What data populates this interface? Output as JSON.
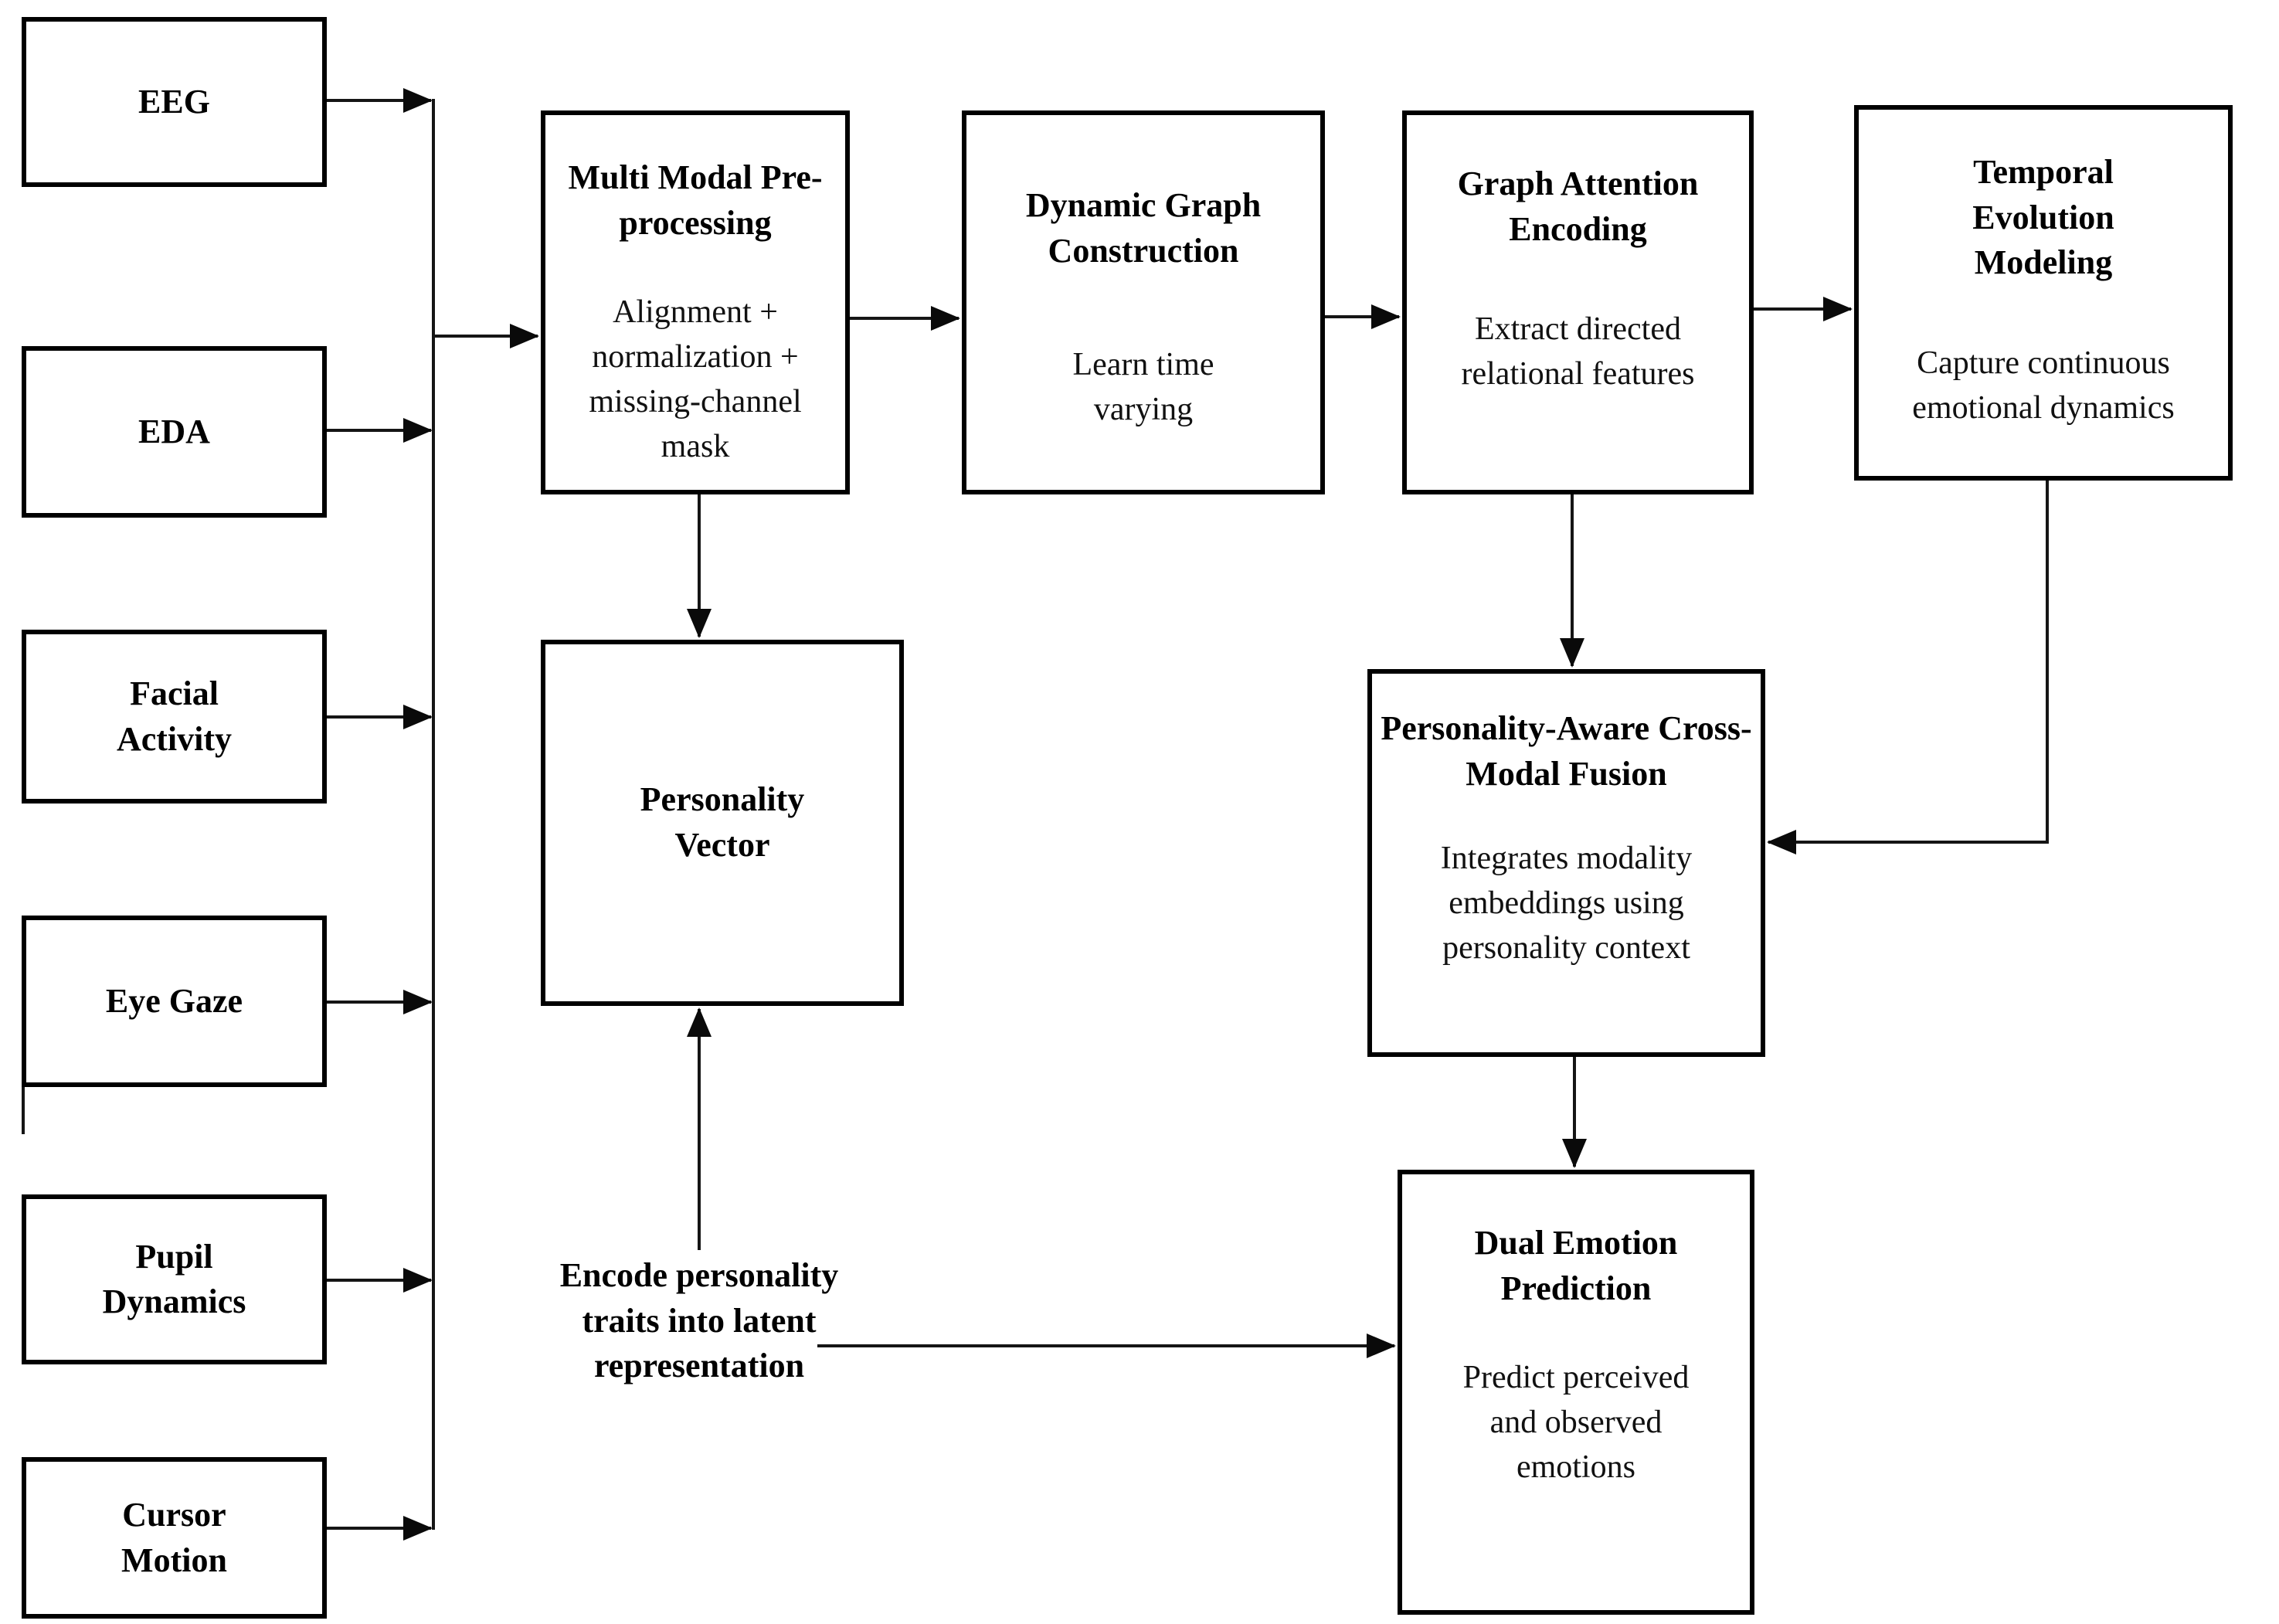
{
  "diagram": {
    "colors": {
      "line": "#000000",
      "background": "#ffffff"
    },
    "input_boxes": [
      {
        "label": "EEG"
      },
      {
        "label": "EDA"
      },
      {
        "label": "Facial Activity"
      },
      {
        "label": "Eye Gaze"
      },
      {
        "label": "Pupil Dynamics"
      },
      {
        "label": "Cursor Motion"
      }
    ],
    "process_boxes": [
      {
        "title": "Multi Modal Pre-processing",
        "body": "Alignment + normalization + missing-channel mask"
      },
      {
        "title": "Dynamic Graph Construction",
        "body": "Learn time varying"
      },
      {
        "title": "Graph Attention Encoding",
        "body": "Extract directed relational features"
      },
      {
        "title": "Temporal Evolution Modeling",
        "body": "Capture continuous emotional dynamics"
      },
      {
        "title": "Personality Vector",
        "body": ""
      },
      {
        "title": "Personality-Aware Cross-Modal Fusion",
        "body": "Integrates modality embeddings using personality context"
      },
      {
        "title": "Dual Emotion Prediction",
        "body": "Predict perceived and observed emotions"
      }
    ],
    "floating_label": "Encode personality traits into latent representation"
  }
}
